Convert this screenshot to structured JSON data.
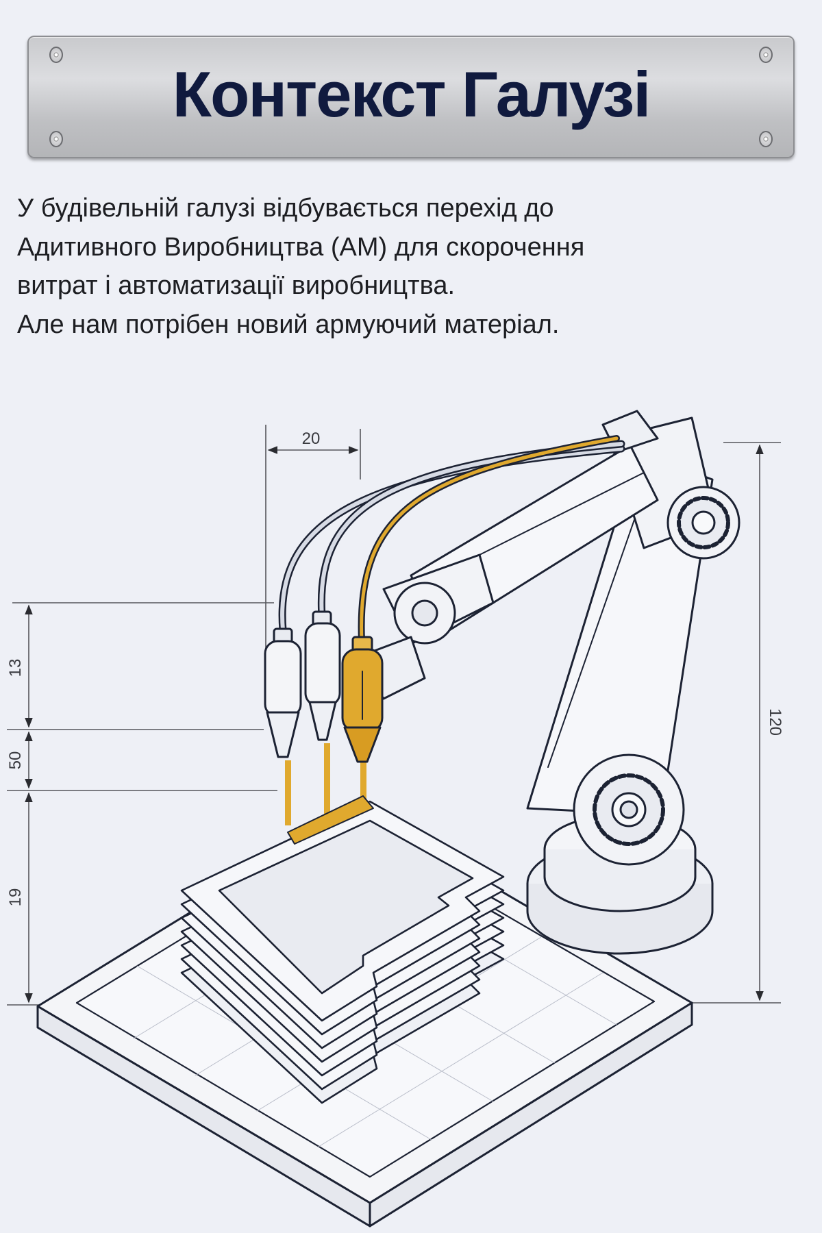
{
  "header": {
    "title": "Контекст Галузі"
  },
  "intro": {
    "lines": [
      "У будівельній галузі відбувається перехід до",
      "Адитивного Виробництва (АМ) для скорочення",
      "витрат і автоматизації виробництва.",
      "Але нам потрібен новий армуючий матеріал."
    ]
  },
  "diagram": {
    "dimensions": {
      "nozzle_spacing": "20",
      "nozzle_height": "13",
      "gap": "50",
      "structure_height": "19",
      "robot_height": "120"
    },
    "colors": {
      "accent": "#e0a92e",
      "line": "#1c2233",
      "title": "#101a3e"
    }
  }
}
